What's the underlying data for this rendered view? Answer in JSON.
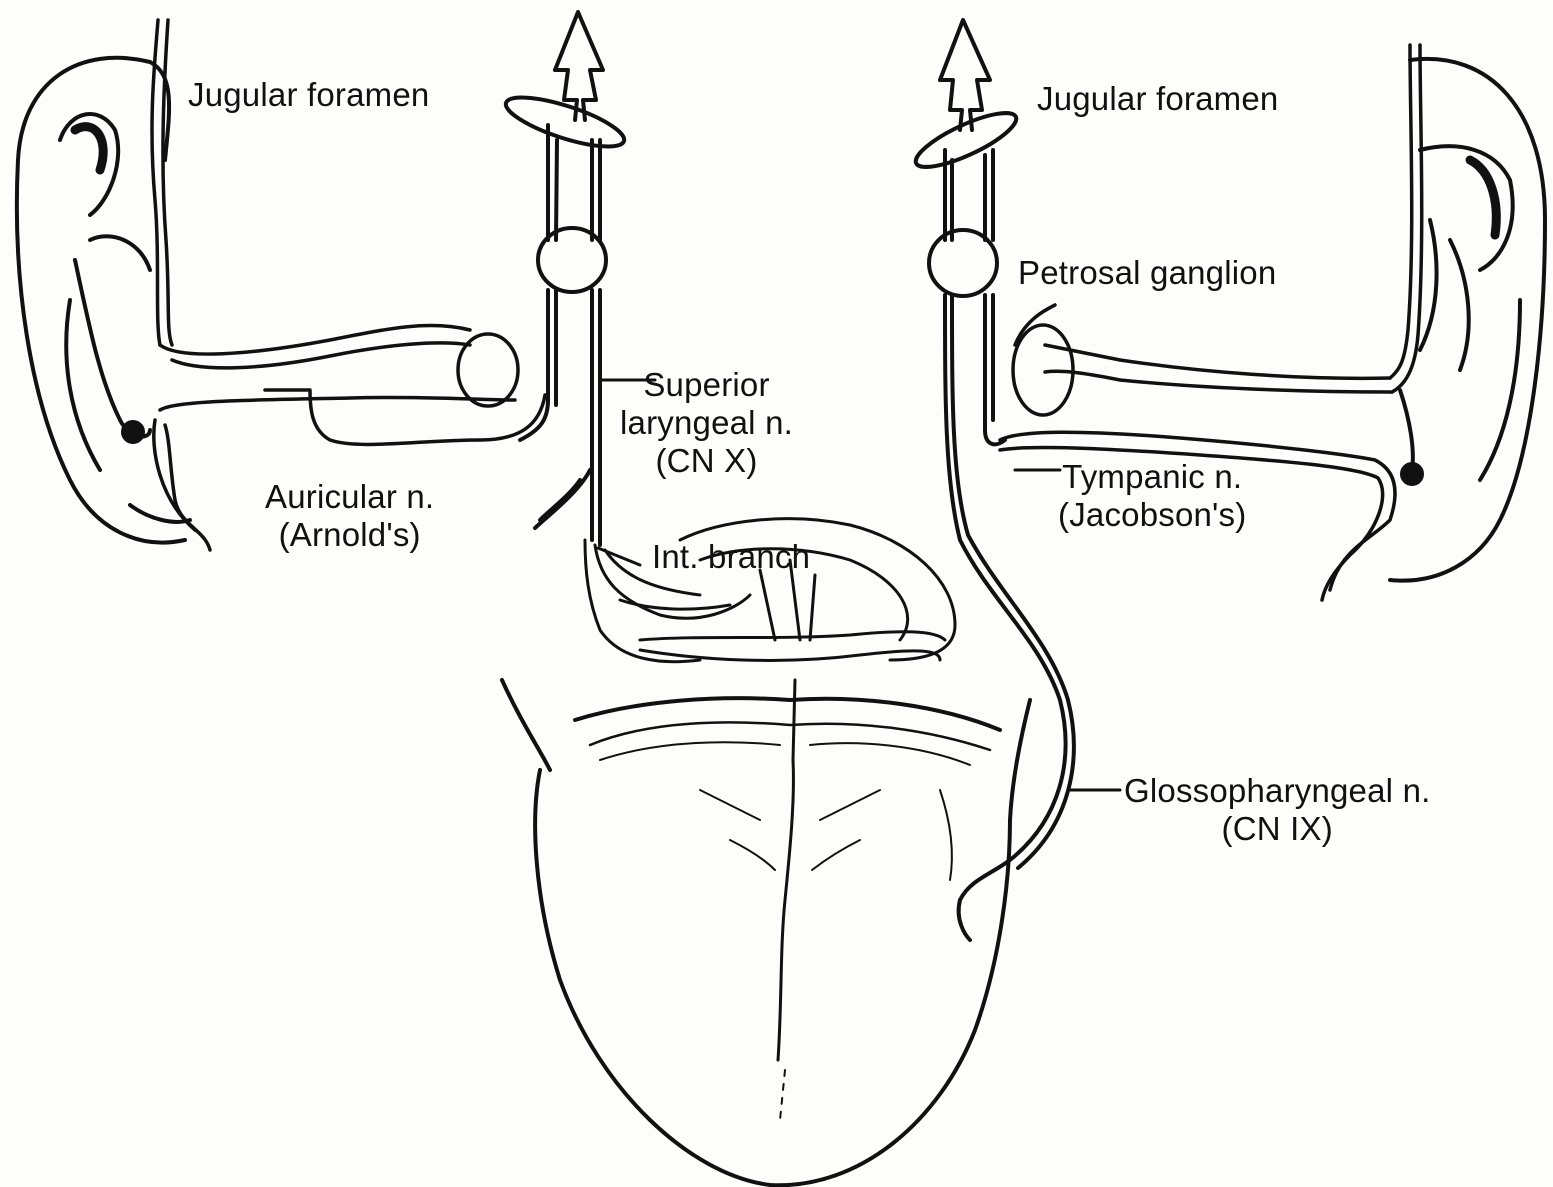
{
  "labels": {
    "jugular_foramen_left": "Jugular foramen",
    "jugular_foramen_right": "Jugular foramen",
    "petrosal_ganglion": "Petrosal ganglion",
    "superior_laryngeal": [
      "Superior",
      "laryngeal n.",
      "(CN X)"
    ],
    "auricular": [
      "Auricular n.",
      "(Arnold's)"
    ],
    "tympanic": [
      "Tympanic n.",
      "(Jacobson's)"
    ],
    "int_branch": "Int. branch",
    "glossopharyngeal": [
      "Glossopharyngeal n.",
      "(CN IX)"
    ]
  },
  "colors": {
    "ink": "#111111",
    "paper": "#fdfdfc"
  }
}
